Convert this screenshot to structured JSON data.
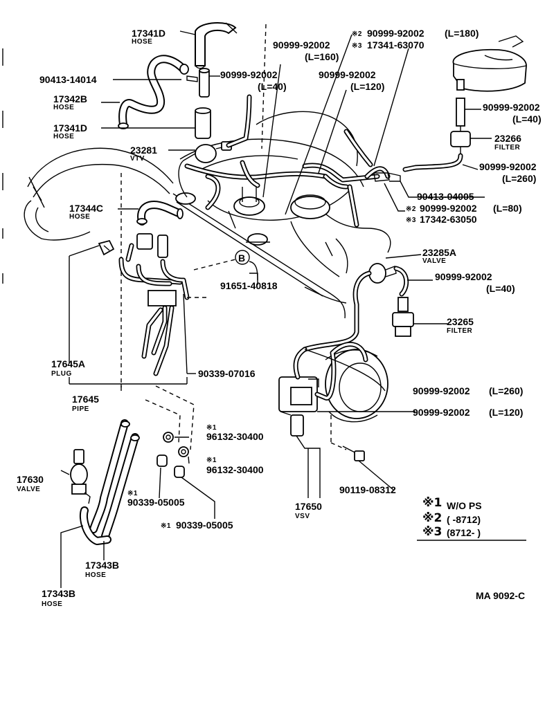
{
  "labels": {
    "p17341D_a": "17341D",
    "p17341D_a_d": "HOSE",
    "p90413_14014": "90413-14014",
    "p17342B": "17342B",
    "p17342B_d": "HOSE",
    "p17341D_b": "17341D",
    "p17341D_b_d": "HOSE",
    "p23281": "23281",
    "p23281_d": "VTV",
    "p17344C": "17344C",
    "p17344C_d": "HOSE",
    "p9099_40_a": "90999-92002",
    "p9099_40_a_l": "(L=40)",
    "p9099_160": "90999-92002",
    "p9099_160_l": "(L=160)",
    "p9099_120_a": "90999-92002",
    "p9099_120_a_l": "(L=120)",
    "p9099_180_mark": "※2",
    "p9099_180": "90999-92002",
    "p9099_180_l": "(L=180)",
    "p17341_63070_mark": "※3",
    "p17341_63070": "17341-63070",
    "p9099_40_b": "90999-92002",
    "p9099_40_b_l": "(L=40)",
    "p23266": "23266",
    "p23266_d": "FILTER",
    "p9099_260_a": "90999-92002",
    "p9099_260_a_l": "(L=260)",
    "p90413_04005": "90413-04005",
    "p9099_80_mark": "※2",
    "p9099_80": "90999-92002",
    "p9099_80_l": "(L=80)",
    "p17342_63050_mark": "※3",
    "p17342_63050": "17342-63050",
    "p23285A": "23285A",
    "p23285A_d": "VALVE",
    "p9099_40_c": "90999-92002",
    "p9099_40_c_l": "(L=40)",
    "p91651": "91651-40818",
    "pB": "B",
    "p23265": "23265",
    "p23265_d": "FILTER",
    "p17645A": "17645A",
    "p17645A_d": "PLUG",
    "p90339_07016": "90339-07016",
    "p17645": "17645",
    "p17645_d": "PIPE",
    "p9099_260_b": "90999-92002",
    "p9099_260_b_l": "(L=260)",
    "p9099_120_b": "90999-92002",
    "p9099_120_b_l": "(L=120)",
    "p96132_a_mark": "※1",
    "p96132_a": "96132-30400",
    "p96132_b_mark": "※1",
    "p96132_b": "96132-30400",
    "p17630": "17630",
    "p17630_d": "VALVE",
    "p90339_05005_a_mark": "※1",
    "p90339_05005_a": "90339-05005",
    "p90339_05005_b_mark": "※1",
    "p90339_05005_b": "90339-05005",
    "p90119": "90119-08312",
    "p17650": "17650",
    "p17650_d": "VSV",
    "p17343B_a": "17343B",
    "p17343B_a_d": "HOSE",
    "p17343B_b": "17343B",
    "p17343B_b_d": "HOSE"
  },
  "notes": {
    "n1_mark": "※1",
    "n1_text": "W/O PS",
    "n2_mark": "※2",
    "n2_text": "(      -8712)",
    "n3_mark": "※3",
    "n3_text": "(8712-        )"
  },
  "drawing_code": "MA 9092-C"
}
